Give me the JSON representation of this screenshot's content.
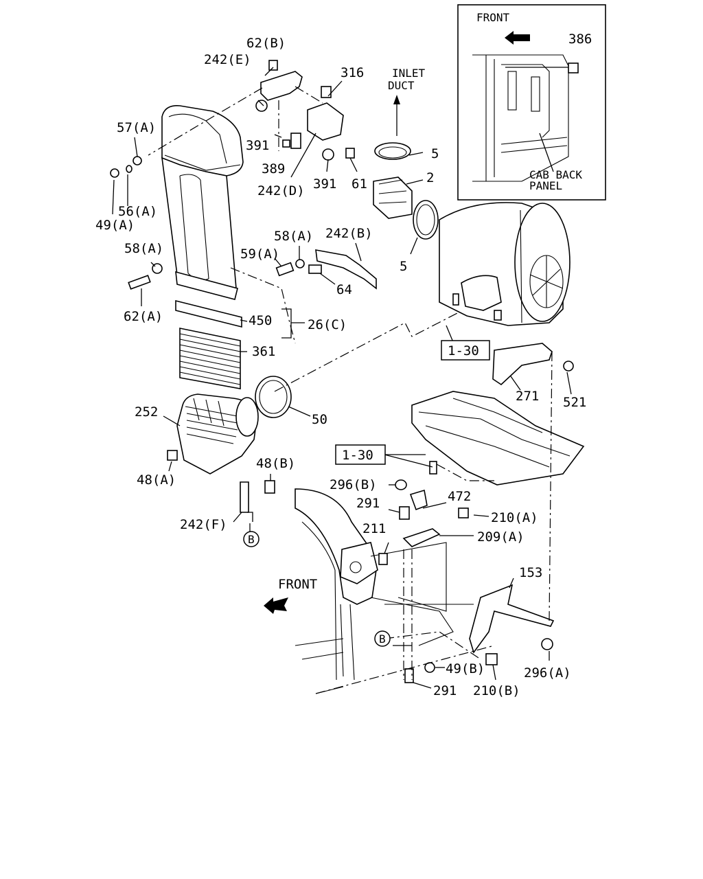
{
  "labels": {
    "l_62b": "62(B)",
    "l_242e": "242(E)",
    "l_316": "316",
    "l_inlet1": "INLET",
    "l_inlet2": "DUCT",
    "l_57a": "57(A)",
    "l_391a": "391",
    "l_389": "389",
    "l_242d": "242(D)",
    "l_391b": "391",
    "l_61": "61",
    "l_5a": "5",
    "l_2": "2",
    "l_5b": "5",
    "l_49a": "49(A)",
    "l_56a": "56(A)",
    "l_58a1": "58(A)",
    "l_58a2": "58(A)",
    "l_59a": "59(A)",
    "l_242b": "242(B)",
    "l_64": "64",
    "l_62a": "62(A)",
    "l_450": "450",
    "l_26c": "26(C)",
    "l_361": "361",
    "l_130a": "1-30",
    "l_271": "271",
    "l_521": "521",
    "l_252": "252",
    "l_50": "50",
    "l_130b": "1-30",
    "l_48b": "48(B)",
    "l_48a": "48(A)",
    "l_296b": "296(B)",
    "l_472": "472",
    "l_291a": "291",
    "l_210a": "210(A)",
    "l_211": "211",
    "l_209a": "209(A)",
    "l_242f": "242(F)",
    "l_b1": "B",
    "l_front_main": "FRONT",
    "l_153": "153",
    "l_b2": "B",
    "l_49b": "49(B)",
    "l_296a": "296(A)",
    "l_291b": "291",
    "l_210b": "210(B)"
  },
  "inset": {
    "front": "FRONT",
    "part": "386",
    "panel1": "CAB BACK",
    "panel2": "PANEL"
  }
}
